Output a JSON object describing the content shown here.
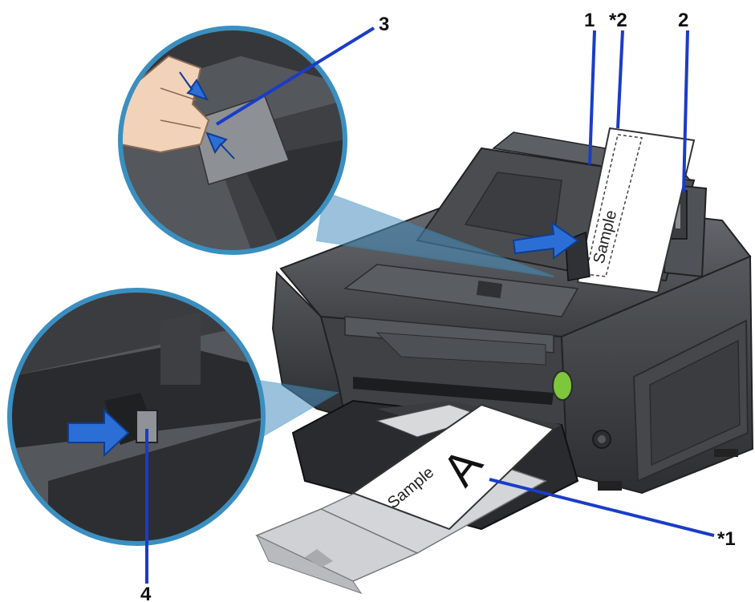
{
  "colors": {
    "accent": "#1a3cc8",
    "printer_body": "#4a4c50",
    "printer_dark": "#2e3033",
    "printer_light": "#6a6d72",
    "inset_border": "#3b8fc0",
    "power_led": "#7ec63c",
    "paper": "#ffffff"
  },
  "callouts": {
    "c1": "1",
    "c2": "*2",
    "c3": "2",
    "c4": "3",
    "c5": "4",
    "c6": "*1"
  },
  "paper": {
    "top_sample": "Sample",
    "output_sample": "Sample",
    "output_letter": "A"
  },
  "icons": {
    "guide_arrow": "right-arrow",
    "pinch_arrows": "squeeze-arrows",
    "lever_arrow": "right-arrow"
  }
}
